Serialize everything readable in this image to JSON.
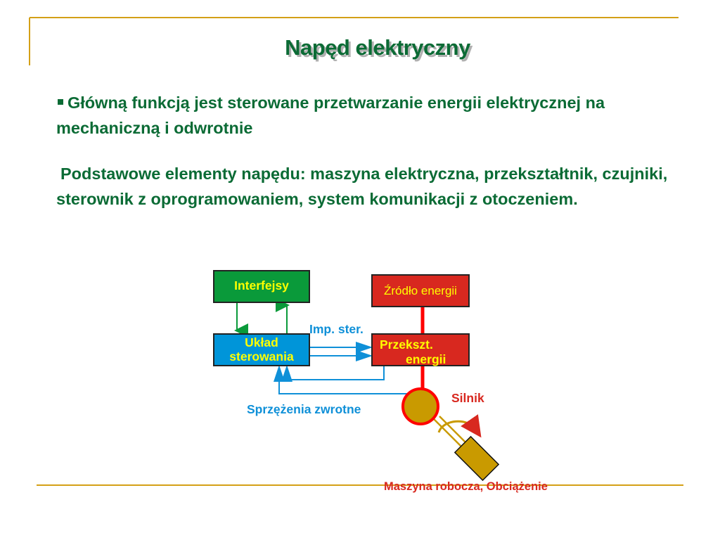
{
  "slide": {
    "title": "Napęd elektryczny",
    "bullet_1": "Główną funkcją jest sterowane przetwarzanie energii elektrycznej na mechaniczną i odwrotnie",
    "paragraph_2": "Podstawowe elementy napędu: maszyna elektryczna, przekształtnik, czujniki, sterownik z oprogramowaniem, system komunikacji z otoczeniem."
  },
  "diagram": {
    "interfaces": "Interfejsy",
    "control_line1": "Układ",
    "control_line2": "sterowania",
    "energy_source": "Źródło energii",
    "converter_line1": "Przekszt.",
    "converter_line2": "energii",
    "control_pulses": "Imp. ster.",
    "feedback": "Sprzężenia zwrotne",
    "motor": "Silnik",
    "load": "Maszyna robocza, Obciążenie"
  },
  "colors": {
    "green_text": "#0b6b35",
    "gold": "#d4a017",
    "box_green": "#0a9a3a",
    "box_red": "#d8281f",
    "box_blue": "#0095d9",
    "label_blue": "#0f90d8",
    "label_red": "#d8281f",
    "motor_fill": "#c99a00"
  }
}
